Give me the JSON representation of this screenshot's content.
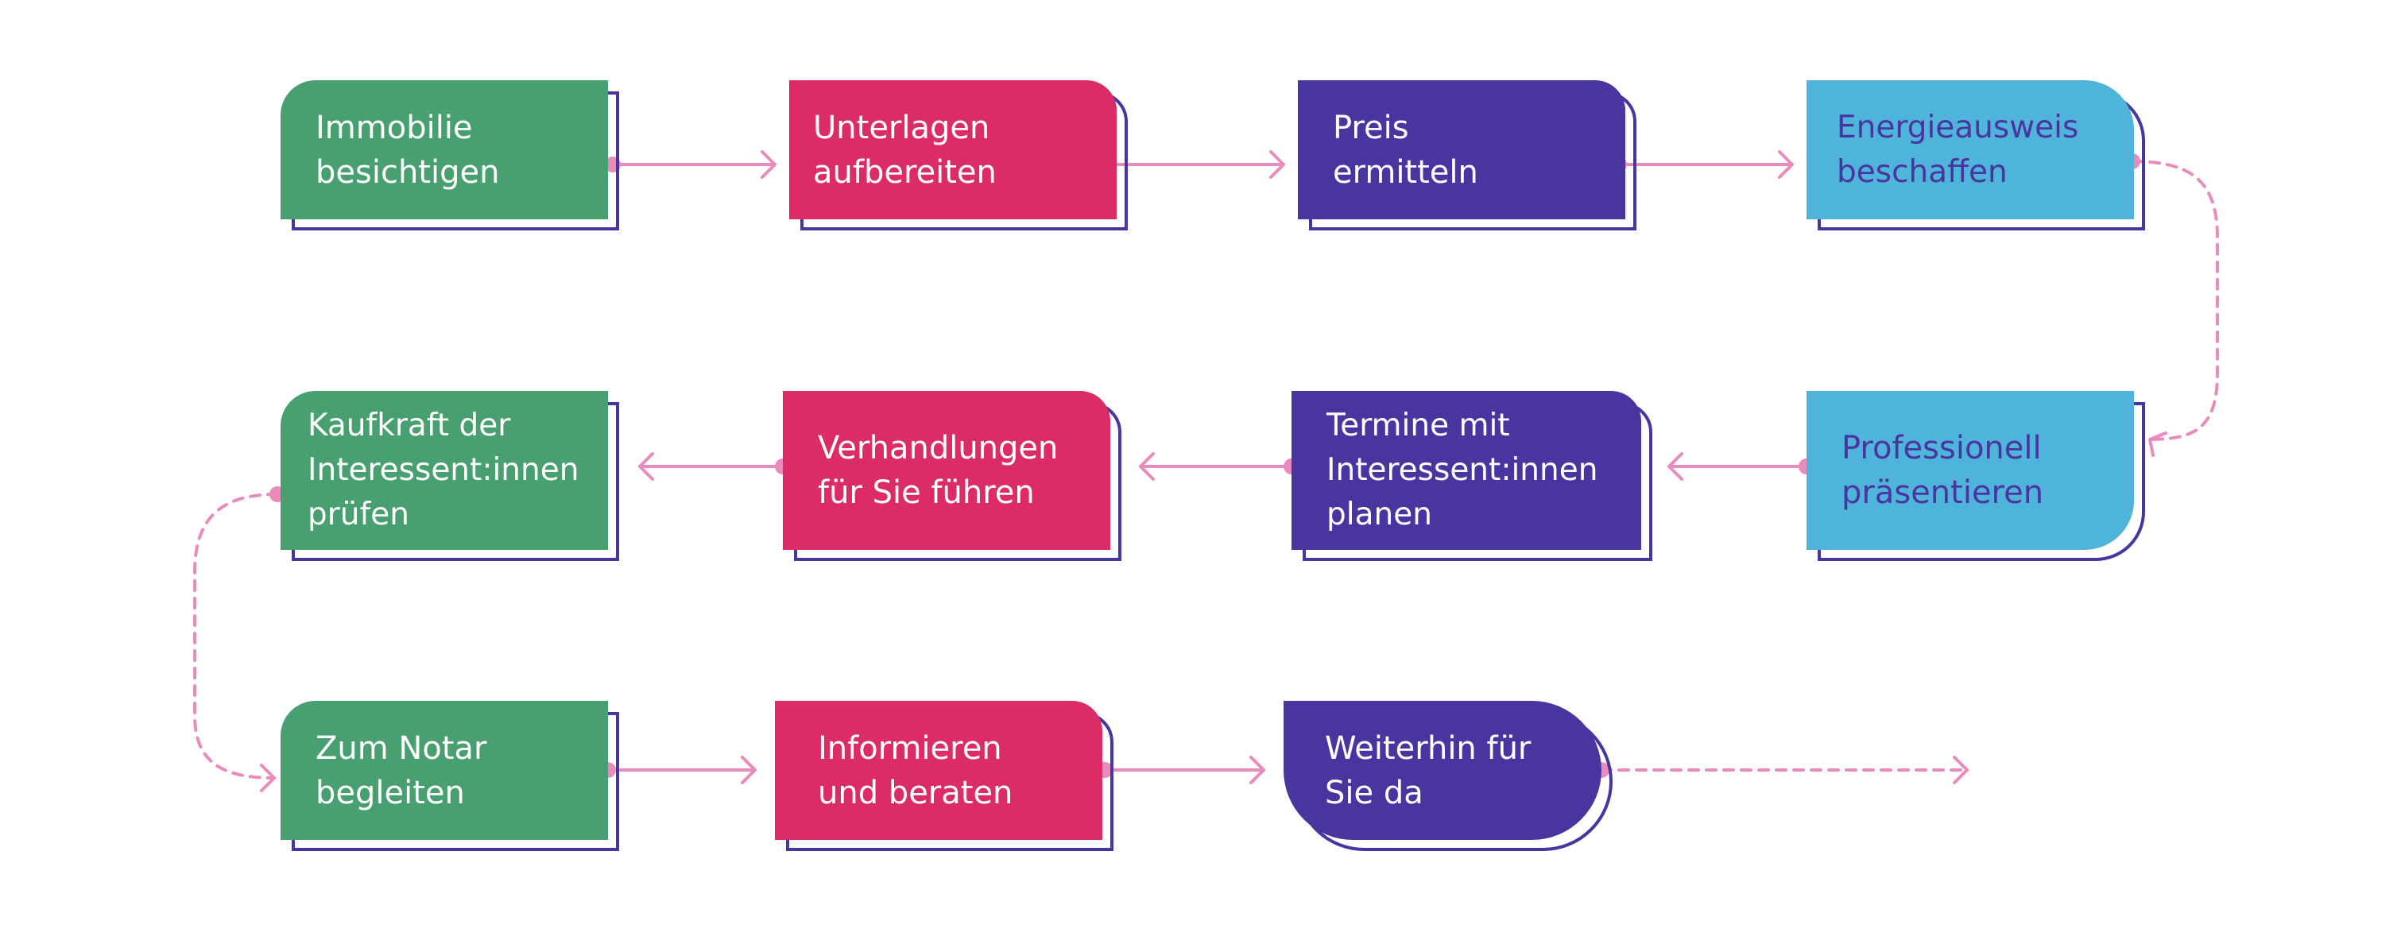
{
  "colors": {
    "green": "#48a070",
    "pink": "#db2c66",
    "purple": "#4a35a0",
    "cyan": "#4fb4da",
    "connector": "#ea8bbd",
    "outline": "#4a35a0"
  },
  "steps": [
    {
      "id": "immobilie-besichtigen",
      "label": "Immobilie\nbesichtigen",
      "color": "green",
      "text_color": "#ffffff"
    },
    {
      "id": "unterlagen-aufbereiten",
      "label": "Unterlagen\naufbereiten",
      "color": "pink",
      "text_color": "#ffffff"
    },
    {
      "id": "preis-ermitteln",
      "label": "Preis\nermitteln",
      "color": "purple",
      "text_color": "#ffffff"
    },
    {
      "id": "energieausweis-beschaffen",
      "label": "Energieausweis\nbeschaffen",
      "color": "cyan",
      "text_color": "#4a35a0"
    },
    {
      "id": "professionell-praesentieren",
      "label": "Professionell\npräsentieren",
      "color": "cyan",
      "text_color": "#4a35a0"
    },
    {
      "id": "termine-planen",
      "label": "Termine mit\nInteressent:innen\nplanen",
      "color": "purple",
      "text_color": "#ffffff"
    },
    {
      "id": "verhandlungen-fuehren",
      "label": "Verhandlungen\nfür Sie führen",
      "color": "pink",
      "text_color": "#ffffff"
    },
    {
      "id": "kaufkraft-pruefen",
      "label": "Kaufkraft der\nInteressent:innen\nprüfen",
      "color": "green",
      "text_color": "#ffffff"
    },
    {
      "id": "zum-notar-begleiten",
      "label": "Zum Notar\nbegleiten",
      "color": "green",
      "text_color": "#ffffff"
    },
    {
      "id": "informieren-beraten",
      "label": "Informieren\nund beraten",
      "color": "pink",
      "text_color": "#ffffff"
    },
    {
      "id": "weiterhin-da",
      "label": "Weiterhin für\nSie da",
      "color": "purple",
      "text_color": "#ffffff"
    }
  ],
  "flow": [
    {
      "from": "immobilie-besichtigen",
      "to": "unterlagen-aufbereiten",
      "style": "solid"
    },
    {
      "from": "unterlagen-aufbereiten",
      "to": "preis-ermitteln",
      "style": "solid"
    },
    {
      "from": "preis-ermitteln",
      "to": "energieausweis-beschaffen",
      "style": "solid"
    },
    {
      "from": "energieausweis-beschaffen",
      "to": "professionell-praesentieren",
      "style": "dashed"
    },
    {
      "from": "professionell-praesentieren",
      "to": "termine-planen",
      "style": "solid"
    },
    {
      "from": "termine-planen",
      "to": "verhandlungen-fuehren",
      "style": "solid"
    },
    {
      "from": "verhandlungen-fuehren",
      "to": "kaufkraft-pruefen",
      "style": "solid"
    },
    {
      "from": "kaufkraft-pruefen",
      "to": "zum-notar-begleiten",
      "style": "dashed"
    },
    {
      "from": "zum-notar-begleiten",
      "to": "informieren-beraten",
      "style": "solid"
    },
    {
      "from": "informieren-beraten",
      "to": "weiterhin-da",
      "style": "solid"
    },
    {
      "from": "weiterhin-da",
      "to": null,
      "style": "dashed"
    }
  ]
}
